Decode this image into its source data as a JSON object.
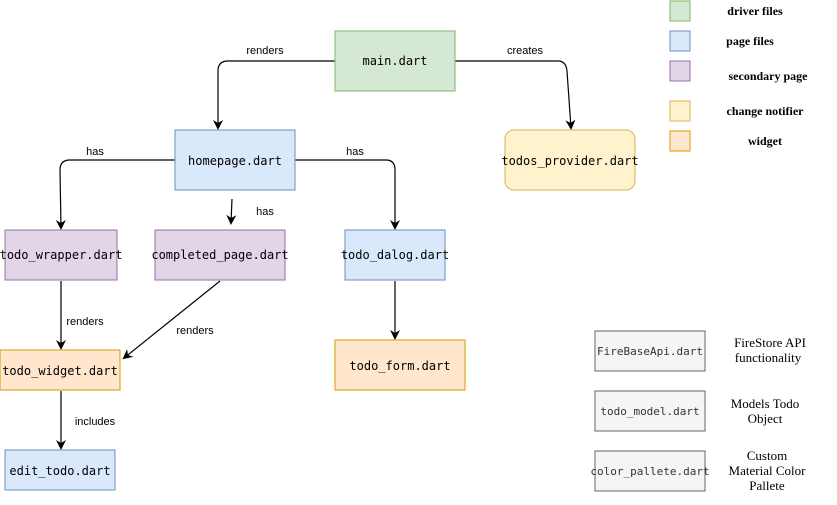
{
  "colors": {
    "driver": {
      "fill": "#d5e8d4",
      "stroke": "#82b366"
    },
    "page": {
      "fill": "#dae8fc",
      "stroke": "#6c8ebf"
    },
    "secondary": {
      "fill": "#e1d5e7",
      "stroke": "#9673a6"
    },
    "notifier": {
      "fill": "#fff2cc",
      "stroke": "#d6b656"
    },
    "widget": {
      "fill": "#ffe6cc",
      "stroke": "#d79b00"
    },
    "util": {
      "fill": "#f5f5f5",
      "stroke": "#666666"
    }
  },
  "nodes": {
    "main": "main.dart",
    "homepage": "homepage.dart",
    "todos_provider": "todos_provider.dart",
    "todo_wrapper": "todo_wrapper.dart",
    "completed_page": "completed_page.dart",
    "todo_dialog": "todo_dalog.dart",
    "todo_widget": "todo_widget.dart",
    "todo_form": "todo_form.dart",
    "edit_todo": "edit_todo.dart"
  },
  "edges": {
    "main_homepage": "renders",
    "main_provider": "creates",
    "homepage_wrapper": "has",
    "homepage_completed": "has",
    "homepage_dialog": "has",
    "wrapper_widget": "renders",
    "completed_widget": "renders",
    "widget_edit": "includes"
  },
  "legend": [
    {
      "label": "driver files",
      "color_key": "driver"
    },
    {
      "label": "page files",
      "color_key": "page"
    },
    {
      "label": "secondary page",
      "color_key": "secondary"
    },
    {
      "label": "change notifier",
      "color_key": "notifier"
    },
    {
      "label": "widget",
      "color_key": "widget"
    }
  ],
  "utilities": [
    {
      "file": "FireBaseApi.dart",
      "desc_lines": [
        "FireStore API",
        "functionality"
      ]
    },
    {
      "file": "todo_model.dart",
      "desc_lines": [
        "Models Todo",
        "Object"
      ]
    },
    {
      "file": "color_pallete.dart",
      "desc_lines": [
        "Custom",
        "Material Color",
        "Pallete"
      ]
    }
  ]
}
